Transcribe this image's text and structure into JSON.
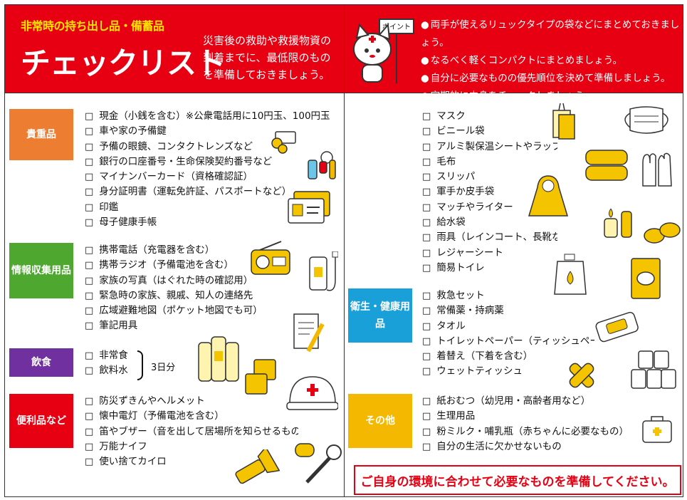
{
  "header": {
    "subtitle": "非常時の持ち出し品・備蓄品",
    "title": "チェックリスト",
    "description": "災害後の救助や救援物資の到着までに、最低限のものを準備しておきましょう。",
    "mascot_sign": "ポイント",
    "tips": [
      "両手が使えるリュックタイプの袋などにまとめておきましょう。",
      "なるべく軽くコンパクトにまとめましょう。",
      "自分に必要なものの優先順位を決めて準備しましょう。",
      "定期的に中身をチェックしましょう。"
    ]
  },
  "colors": {
    "red": "#e60012",
    "orange": "#ed7d31",
    "green": "#4ea72e",
    "purple": "#7030a0",
    "blue": "#1aa0d8",
    "yellow": "#f5b800"
  },
  "categories": {
    "valuables": {
      "label": "貴重品",
      "items": [
        "現金（小銭を含む）※公衆電話用に10円玉、100円玉",
        "車や家の予備鍵",
        "予備の眼鏡、コンタクトレンズなど",
        "銀行の口座番号・生命保険契約番号など",
        "マイナンバーカード（資格確認証）",
        "身分証明書（運転免許証、パスポートなど）",
        "印鑑",
        "母子健康手帳"
      ]
    },
    "info": {
      "label": "情報収集用品",
      "items": [
        "携帯電話（充電器を含む）",
        "携帯ラジオ（予備電池を含む）",
        "家族の写真（はぐれた時の確認用）",
        "緊急時の家族、親戚、知人の連絡先",
        "広域避難地図（ポケット地図でも可）",
        "筆記用具"
      ]
    },
    "food": {
      "label": "飲食",
      "items": [
        "非常食",
        "飲料水"
      ],
      "note": "3日分"
    },
    "convenience": {
      "label": "便利品など",
      "items": [
        "防災ずきんやヘルメット",
        "懐中電灯（予備電池を含む）",
        "笛やブザー（音を出して居場所を知らせるもの）",
        "万能ナイフ",
        "使い捨てカイロ"
      ]
    },
    "general": {
      "items": [
        "マスク",
        "ビニール袋",
        "アルミ製保温シートやラップ",
        "毛布",
        "スリッパ",
        "軍手か皮手袋",
        "マッチやライター",
        "給水袋",
        "雨具（レインコート、長靴など）",
        "レジャーシート",
        "簡易トイレ"
      ]
    },
    "hygiene": {
      "label": "衛生・健康用品",
      "items": [
        "救急セット",
        "常備薬・持病薬",
        "タオル",
        "トイレットペーパー（ティッシュペーパー）",
        "着替え（下着を含む）",
        "ウェットティッシュ"
      ]
    },
    "other": {
      "label": "その他",
      "items": [
        "紙おむつ（幼児用・高齢者用など）",
        "生理用品",
        "粉ミルク・哺乳瓶（赤ちゃんに必要なもの）",
        "自分の生活に欠かせないもの"
      ]
    }
  },
  "footer_note": "ご自身の環境に合わせて必要なものを準備してください。"
}
